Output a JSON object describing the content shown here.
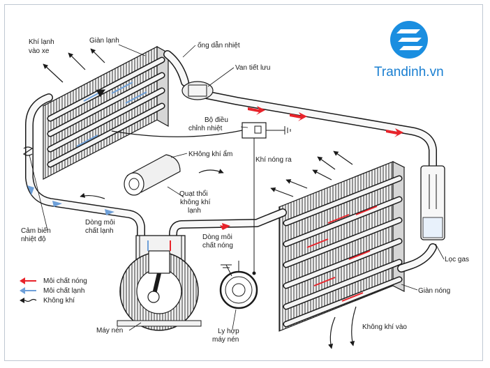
{
  "brand": {
    "name": "Trandinh.vn",
    "logo_color": "#1a8ee0",
    "text_color": "#1a7fd1"
  },
  "colors": {
    "hot_refrigerant": "#e8232a",
    "cold_refrigerant": "#6d9fd8",
    "outline": "#1a1a1a"
  },
  "labels": {
    "cold_air_out_line1": "Khí lạnh",
    "cold_air_out_line2": "vào xe",
    "evaporator": "Giàn lạnh",
    "heat_pipe": "ống dẫn nhiệt",
    "expansion_valve": "Van tiết lưu",
    "thermostat_line1": "Bộ điều",
    "thermostat_line2": "chỉnh nhiệt",
    "humid_air": "KHông khí ẩm",
    "hot_air_out": "Khí nóng ra",
    "blower_line1": "Quạt thổi",
    "blower_line2": "không khí",
    "blower_line3": "lạnh",
    "temp_sensor_line1": "Cảm biến",
    "temp_sensor_line2": "nhiệt độ",
    "cold_flow_line1": "Dòng môi",
    "cold_flow_line2": "chất lạnh",
    "hot_flow_line1": "Dòng môi",
    "hot_flow_line2": "chất nóng",
    "gas_filter": "Lọc gas",
    "condenser": "Giàn nóng",
    "air_in": "Không khí vào",
    "compressor": "Máy nén",
    "clutch_line1": "Ly hợp",
    "clutch_line2": "máy nén"
  },
  "legend": [
    {
      "label": "Môi chất nóng",
      "icon": "red-arrow-icon"
    },
    {
      "label": "Môi chất lạnh",
      "icon": "blue-arrow-icon"
    },
    {
      "label": "Không khí",
      "icon": "wavy-arrow-icon"
    }
  ]
}
